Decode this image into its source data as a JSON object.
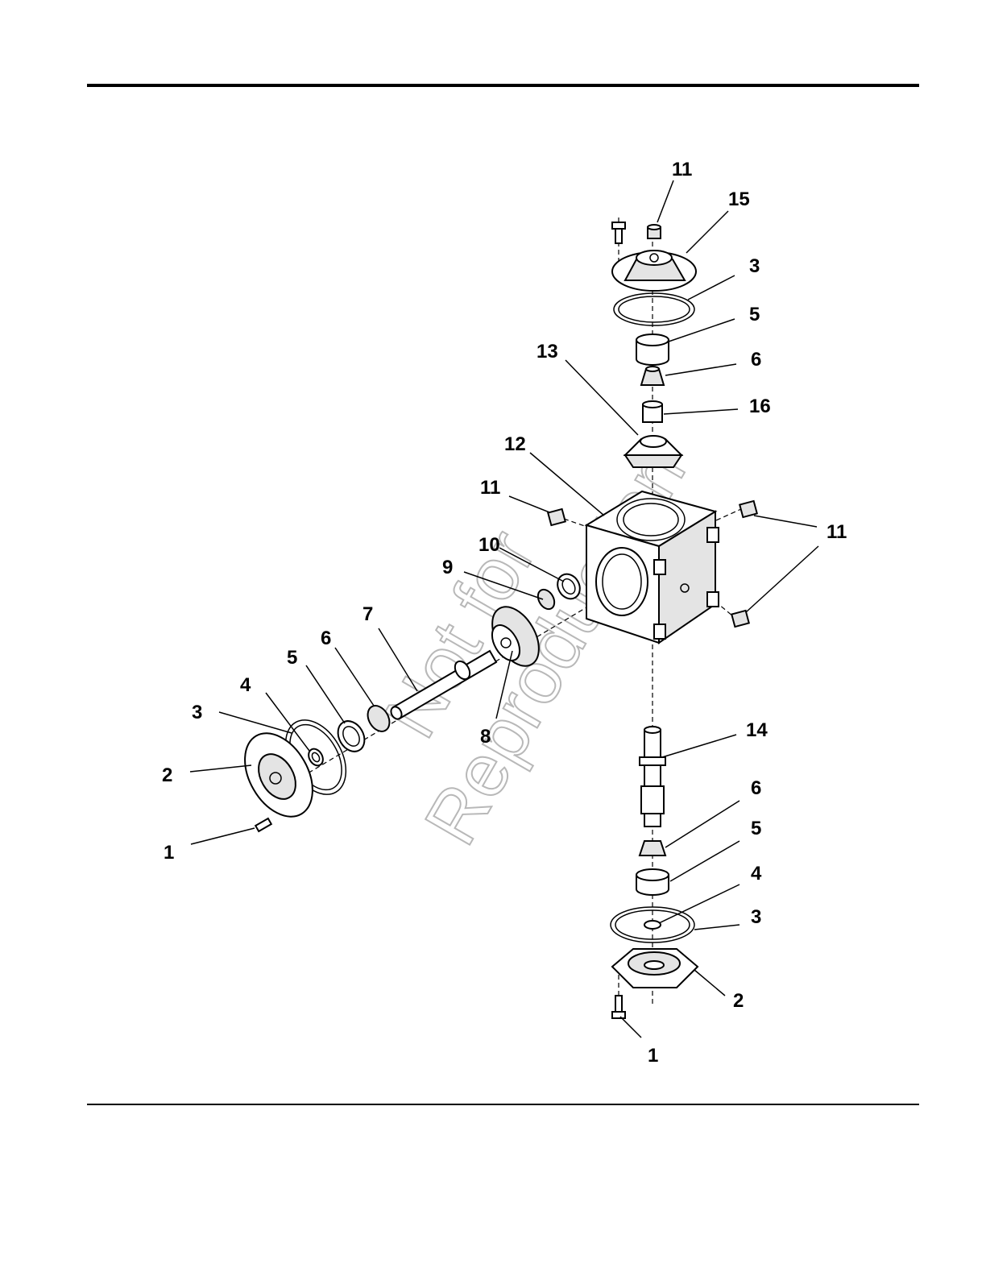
{
  "diagram": {
    "watermark": [
      "Not for",
      "Reproduction"
    ],
    "callouts": [
      {
        "id": "c1-left",
        "text": "1"
      },
      {
        "id": "c2-left",
        "text": "2"
      },
      {
        "id": "c3-left",
        "text": "3"
      },
      {
        "id": "c4-left",
        "text": "4"
      },
      {
        "id": "c5-left",
        "text": "5"
      },
      {
        "id": "c6-left",
        "text": "6"
      },
      {
        "id": "c7",
        "text": "7"
      },
      {
        "id": "c8",
        "text": "8"
      },
      {
        "id": "c9",
        "text": "9"
      },
      {
        "id": "c10",
        "text": "10"
      },
      {
        "id": "c11-left",
        "text": "11"
      },
      {
        "id": "c12",
        "text": "12"
      },
      {
        "id": "c13",
        "text": "13"
      },
      {
        "id": "c11-top",
        "text": "11"
      },
      {
        "id": "c15",
        "text": "15"
      },
      {
        "id": "c3-top",
        "text": "3"
      },
      {
        "id": "c5-top",
        "text": "5"
      },
      {
        "id": "c6-top",
        "text": "6"
      },
      {
        "id": "c16",
        "text": "16"
      },
      {
        "id": "c11-right",
        "text": "11"
      },
      {
        "id": "c14",
        "text": "14"
      },
      {
        "id": "c6-bottom",
        "text": "6"
      },
      {
        "id": "c5-bottom",
        "text": "5"
      },
      {
        "id": "c4-bottom",
        "text": "4"
      },
      {
        "id": "c3-bottom",
        "text": "3"
      },
      {
        "id": "c2-bottom",
        "text": "2"
      },
      {
        "id": "c1-bottom",
        "text": "1"
      }
    ]
  }
}
